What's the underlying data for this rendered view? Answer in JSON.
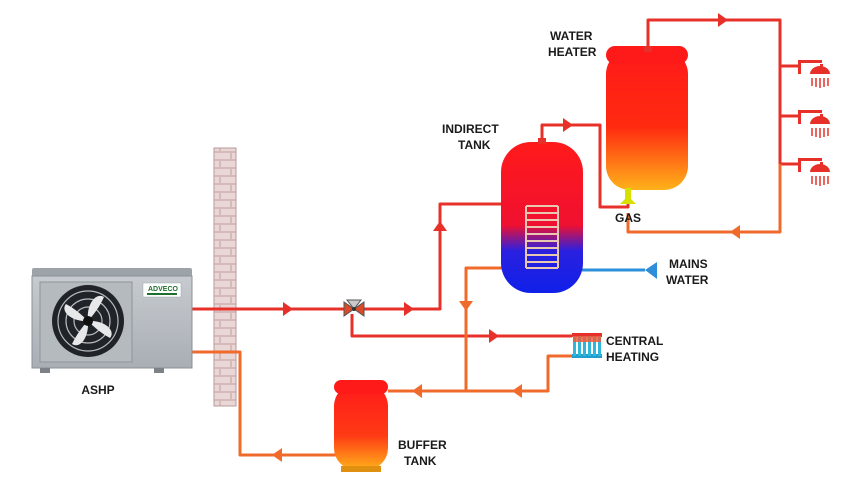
{
  "labels": {
    "water_heater": [
      "WATER",
      "HEATER"
    ],
    "indirect_tank": [
      "INDIRECT",
      "TANK"
    ],
    "gas": "GAS",
    "mains_water": [
      "MAINS",
      "WATER"
    ],
    "central_heating": [
      "CENTRAL",
      "HEATING"
    ],
    "ashp": "ASHP",
    "buffer_tank": [
      "BUFFER",
      "TANK"
    ],
    "brand": "ADVECO"
  },
  "colors": {
    "hot_pipe": "#e8302a",
    "warm_pipe": "#f06a2c",
    "cold_pipe": "#2d8fd9",
    "tank_hot": "#ff1a1a",
    "tank_mid": "#ff9a1a",
    "tank_cold": "#1a2fe0",
    "gas": "#d8e000",
    "wall": "#c9a9a9",
    "brand_green": "#1d6f2c"
  }
}
